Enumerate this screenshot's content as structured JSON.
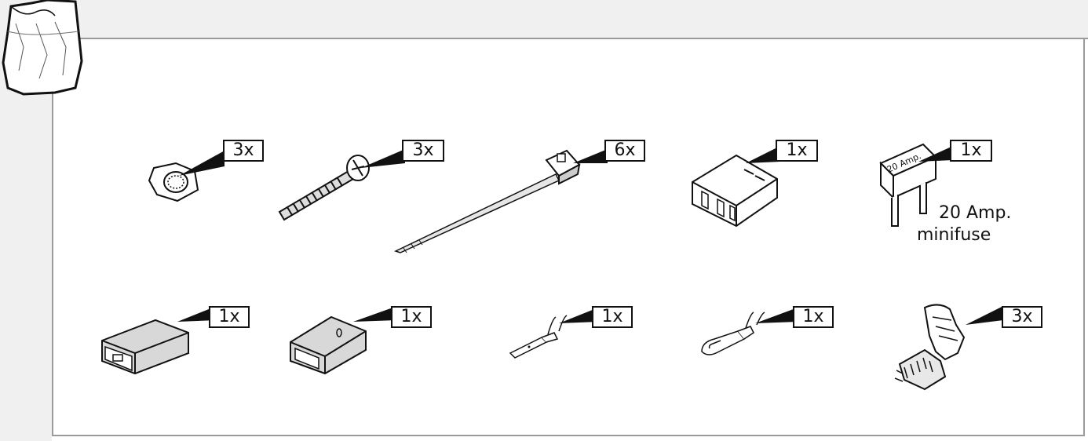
{
  "parts": {
    "nut": {
      "qty": "3x"
    },
    "screw": {
      "qty": "3x"
    },
    "cable_tie": {
      "qty": "6x"
    },
    "connector_housing": {
      "qty": "1x"
    },
    "minifuse": {
      "qty": "1x",
      "label": "20 Amp.",
      "note_line1": "20 Amp.",
      "note_line2": "minifuse"
    },
    "male_housing": {
      "qty": "1x"
    },
    "female_housing": {
      "qty": "1x"
    },
    "male_terminal": {
      "qty": "1x"
    },
    "female_terminal": {
      "qty": "1x"
    },
    "splice_connector": {
      "qty": "3x"
    }
  }
}
